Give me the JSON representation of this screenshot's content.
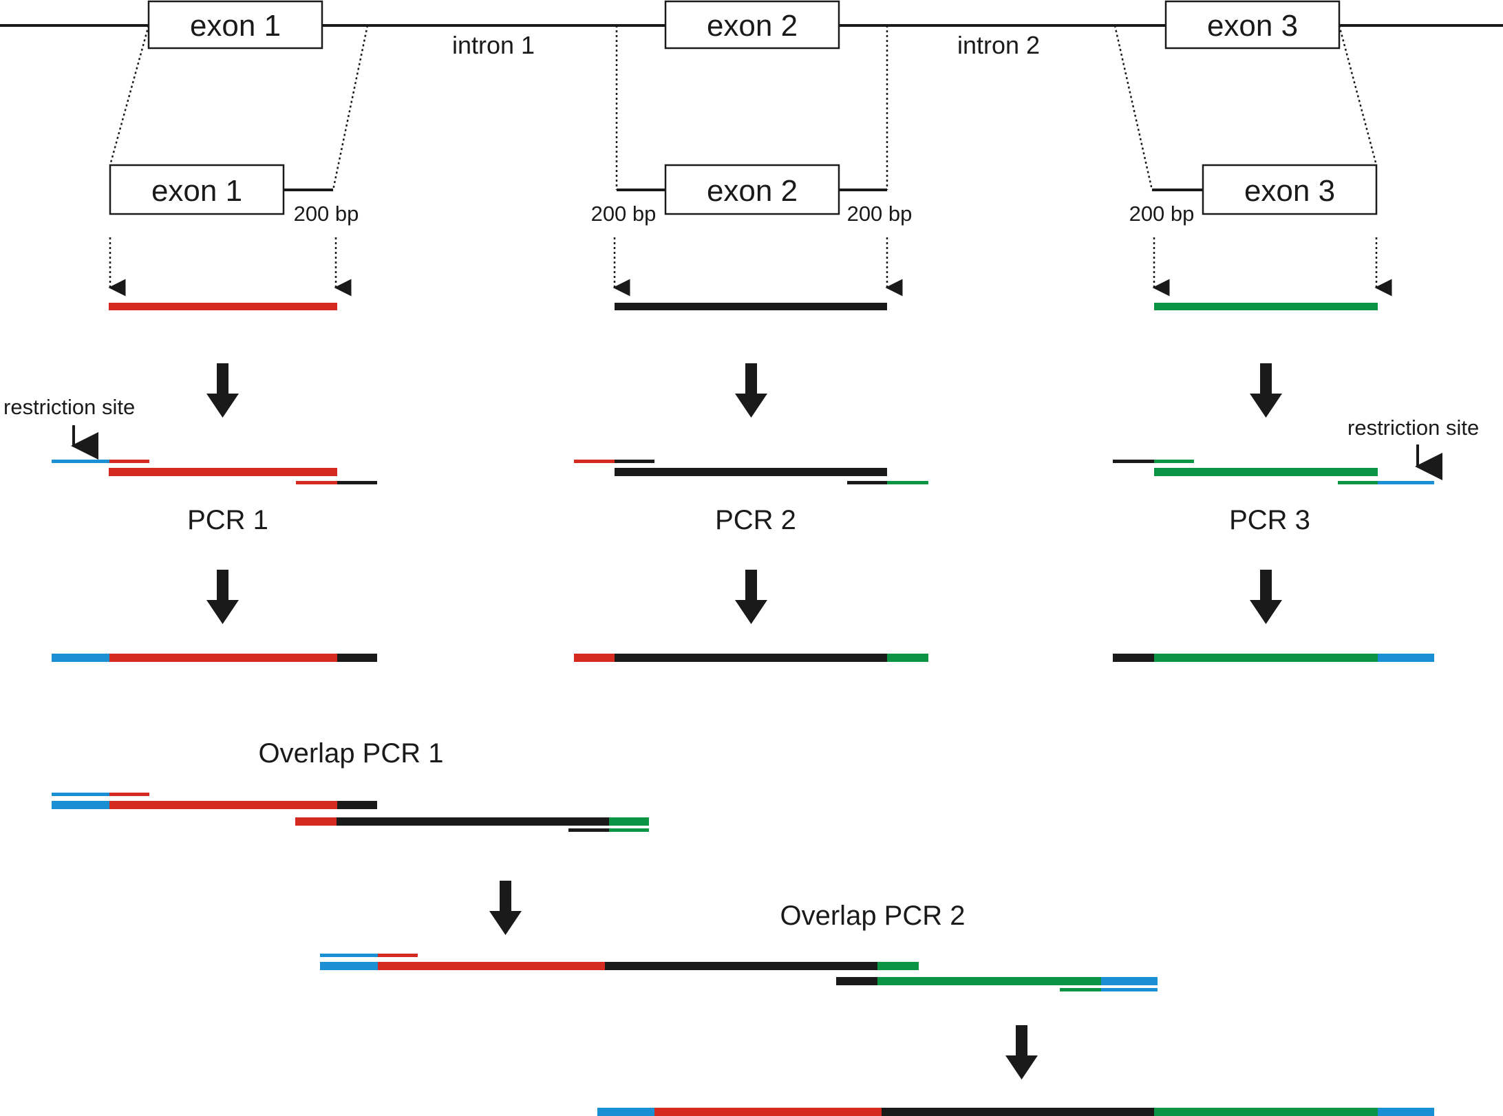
{
  "labels": {
    "exon1": "exon 1",
    "exon2": "exon 2",
    "exon3": "exon 3",
    "intron1": "intron 1",
    "intron2": "intron 2",
    "bp200": "200 bp",
    "restriction_site": "restriction site",
    "pcr1": "PCR 1",
    "pcr2": "PCR 2",
    "pcr3": "PCR 3",
    "overlap1": "Overlap PCR 1",
    "overlap2": "Overlap PCR 2"
  },
  "colors": {
    "exon1_segment": "#d42a20",
    "exon2_segment": "#1a1a1a",
    "exon3_segment": "#0a9443",
    "restriction_tail": "#1a8fd4",
    "outline": "#1a1a1a"
  }
}
